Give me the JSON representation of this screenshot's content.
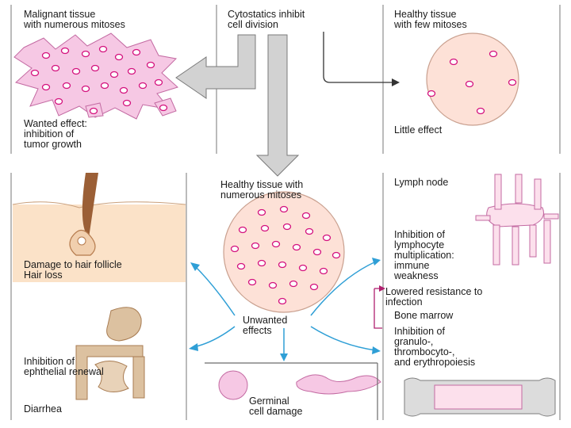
{
  "top_left": {
    "title": "Malignant tissue\nwith numerous mitoses",
    "effect": "Wanted effect:\ninhibition of\ntumor growth"
  },
  "top_center": {
    "title": "Cytostatics inhibit\ncell division"
  },
  "top_right": {
    "title": "Healthy tissue\nwith few mitoses",
    "effect": "Little effect"
  },
  "center": {
    "title": "Healthy tissue with\nnumerous mitoses",
    "unwanted": "Unwanted\neffects"
  },
  "hair": {
    "label": "Damage to hair follicle\nHair loss"
  },
  "gut": {
    "label": "Inhibition of\nephthelial renewal",
    "effect": "Diarrhea"
  },
  "germ": {
    "label": "Germinal\ncell damage"
  },
  "lymph": {
    "title": "Lymph  node",
    "label": "Inhibition of\nlymphocyte\nmultiplication:\nimmune\nweakness"
  },
  "resistance": {
    "label": "Lowered resistance to\ninfection"
  },
  "marrow": {
    "title": "Bone marrow",
    "label": "Inhibition of\ngranulo-,\nthrombocyto-,\nand erythropoiesis"
  },
  "colors": {
    "tissue": "#f6c8e4",
    "mitosis": "#d4127e",
    "skin": "#fbe2c8",
    "gut": "#dcc1a0",
    "arrow": "#2f9fd6",
    "grey_arrow": "#cfcfcf",
    "healthy": "#fde1d7"
  }
}
